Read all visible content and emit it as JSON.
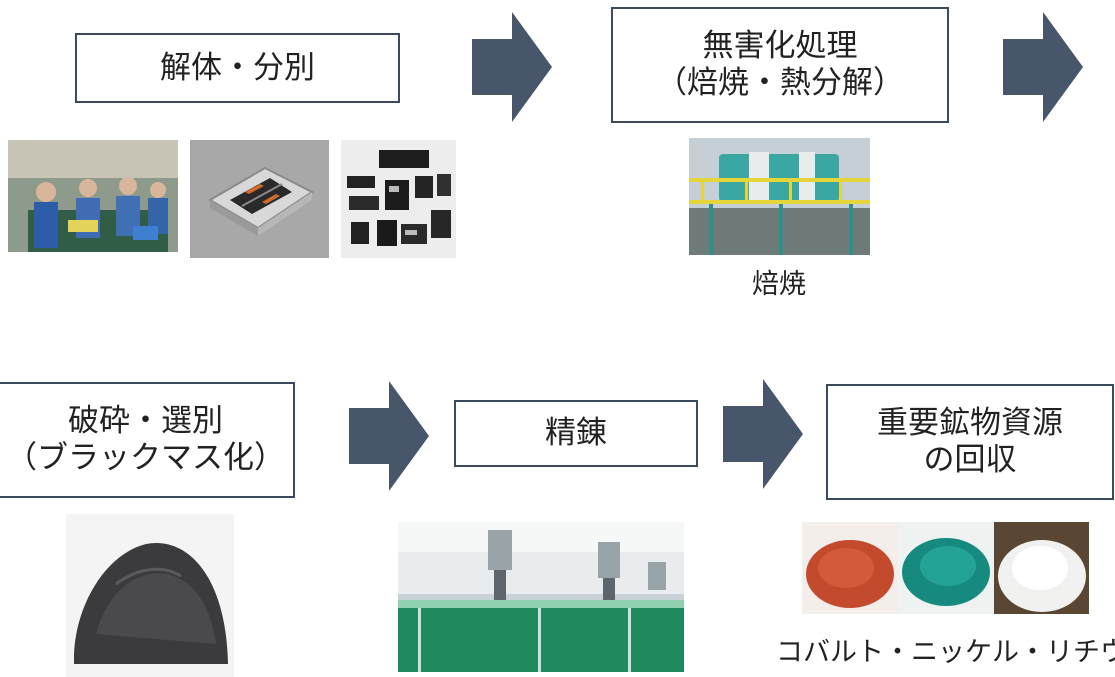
{
  "steps": {
    "dismantle": "解体・分別",
    "detox": "無害化処理\n（焙焼・熱分解）",
    "crush": "破砕・選別\n（ブラックマス化）",
    "refine": "精錬",
    "recover": "重要鉱物資源\nの回収"
  },
  "captions": {
    "roasting": "焙焼",
    "metals": "コバルト・ニッケル・リチウム"
  },
  "colors": {
    "arrow": "#47566a",
    "box_border": "#3b4a5c"
  },
  "photos": [
    "dismantling-workers-photo",
    "battery-module-photo",
    "battery-packs-photo",
    "roasting-kiln-photo",
    "black-mass-powder-photo",
    "refining-tanks-photo",
    "cobalt-powder-photo",
    "nickel-powder-photo",
    "lithium-powder-photo"
  ]
}
